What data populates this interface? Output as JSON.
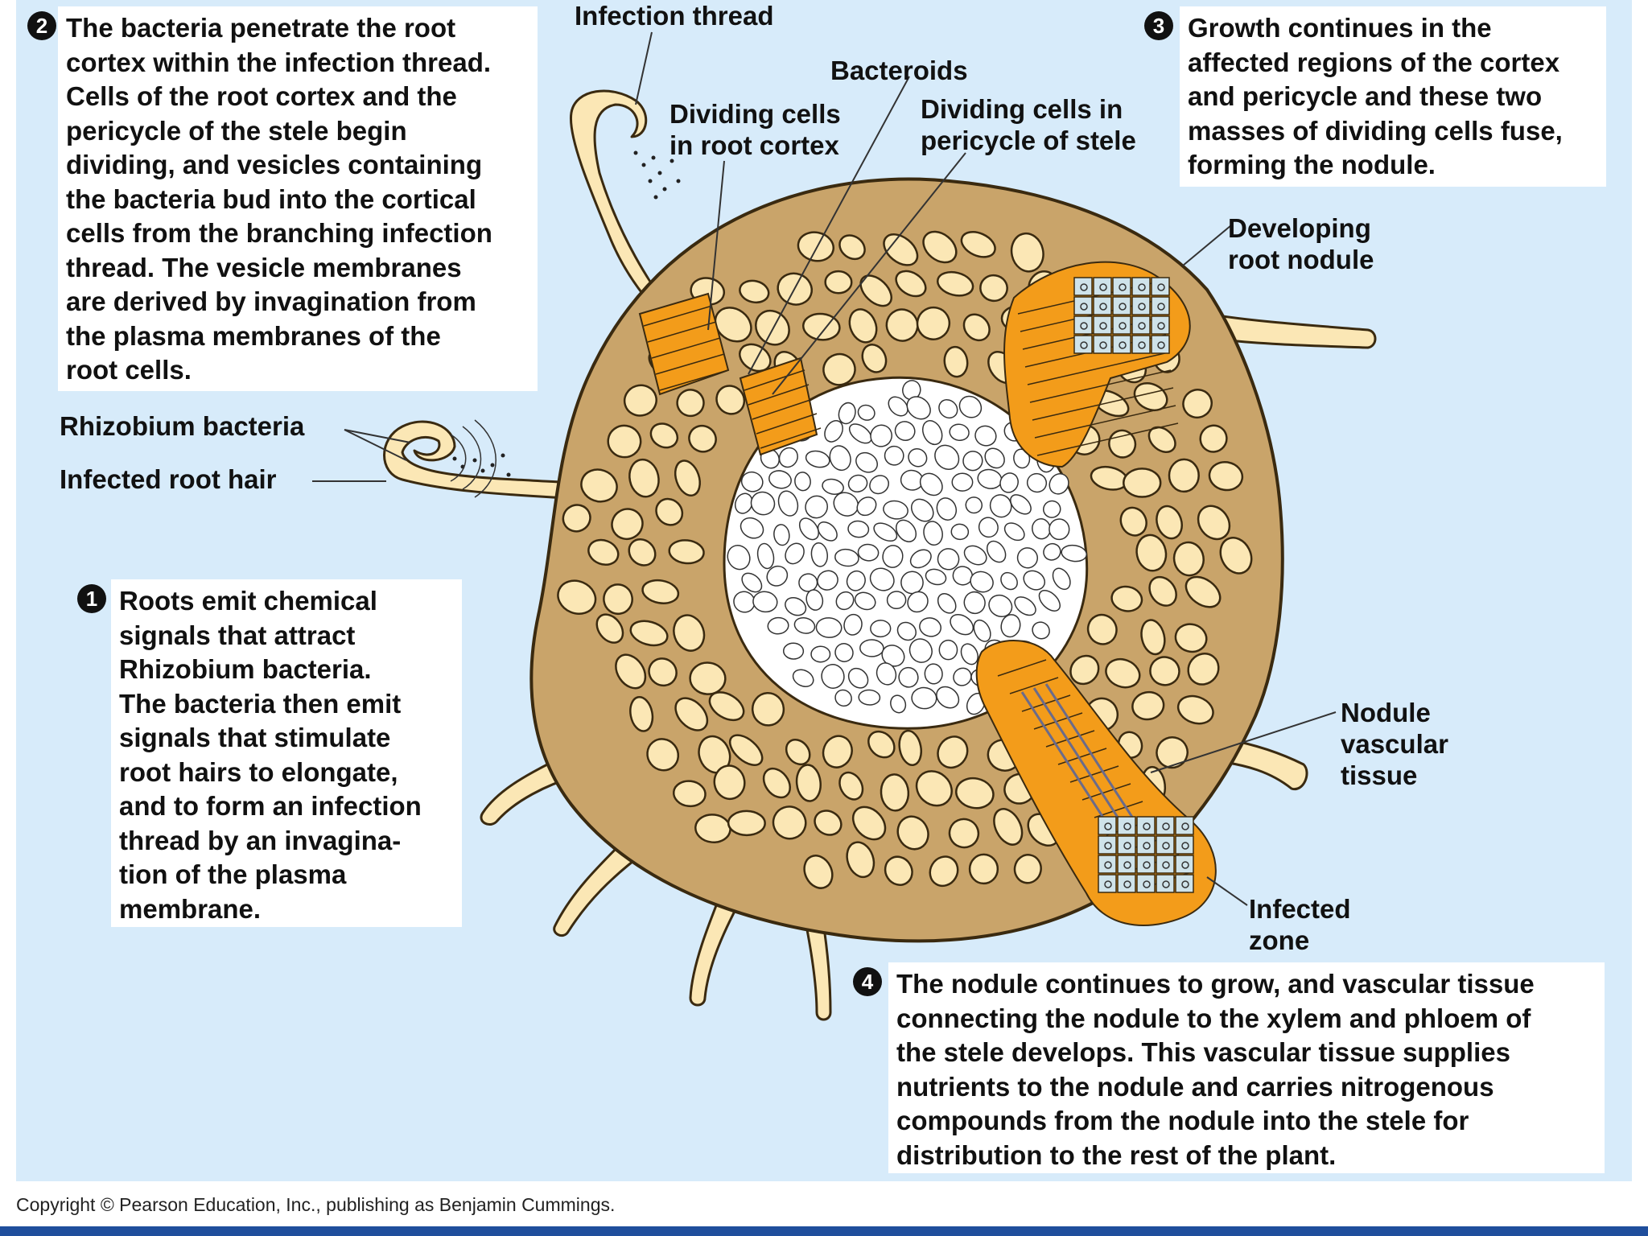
{
  "steps": [
    {
      "number": "1",
      "lines": [
        "Roots emit chemical",
        "signals that attract",
        "Rhizobium bacteria.",
        "The bacteria then emit",
        "signals that stimulate",
        "root hairs to elongate,",
        "and to form an infection",
        "thread by an invagina-",
        "tion of the plasma",
        "membrane."
      ]
    },
    {
      "number": "2",
      "lines": [
        "The bacteria penetrate the root",
        "cortex within the infection thread.",
        "Cells of the root cortex and the",
        "pericycle of the stele begin",
        "dividing, and vesicles containing",
        "the bacteria bud into the cortical",
        "cells from the branching infection",
        "thread. The vesicle membranes",
        "are derived by invagination from",
        "the plasma membranes of the",
        "root cells."
      ]
    },
    {
      "number": "3",
      "lines": [
        "Growth continues in the",
        "affected regions of the cortex",
        "and pericycle and these two",
        "masses of dividing cells fuse,",
        "forming the nodule."
      ]
    },
    {
      "number": "4",
      "lines": [
        "The nodule continues to grow, and vascular tissue",
        "connecting the nodule to the xylem and phloem of",
        "the stele develops. This vascular tissue supplies",
        "nutrients to the nodule and carries nitrogenous",
        "compounds from the nodule into the stele for",
        "distribution to the rest of the plant."
      ]
    }
  ],
  "labels": {
    "infection_thread": [
      "Infection thread"
    ],
    "bacteroids": [
      "Bacteroids"
    ],
    "dividing_cortex": [
      "Dividing cells",
      "in root cortex"
    ],
    "dividing_pericycle": [
      "Dividing cells in",
      "pericycle of stele"
    ],
    "developing_nodule": [
      "Developing",
      "root nodule"
    ],
    "rhizobium": [
      "Rhizobium bacteria"
    ],
    "root_hair": [
      "Infected root hair"
    ],
    "nodule_vascular": [
      "Nodule",
      "vascular",
      "tissue"
    ],
    "infected_zone": [
      "Infected",
      "zone"
    ]
  },
  "copyright": "Copyright © Pearson Education, Inc., publishing as Benjamin Cummings.",
  "colors": {
    "background": "#d7ebfa",
    "cortex_tissue": "#c9a46a",
    "cell_fill": "#fbe7b5",
    "dividing_cells": "#f39c1a",
    "stele": "#ffffff",
    "bacteroid_cells": "#cfe3ea"
  }
}
